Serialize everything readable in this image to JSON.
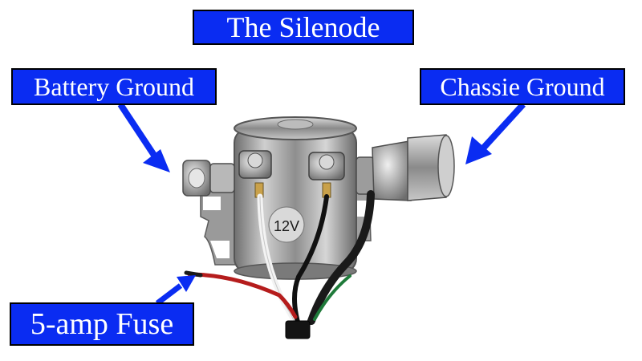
{
  "title": "The Silenode",
  "labels": {
    "battery_ground": "Battery Ground",
    "chassis_ground": "Chassie Ground",
    "fuse": "5-amp Fuse"
  },
  "device_marking": "12V",
  "colors": {
    "label_bg": "#0a2cf2",
    "label_text": "#ffffff",
    "arrow": "#0a2cf2"
  }
}
